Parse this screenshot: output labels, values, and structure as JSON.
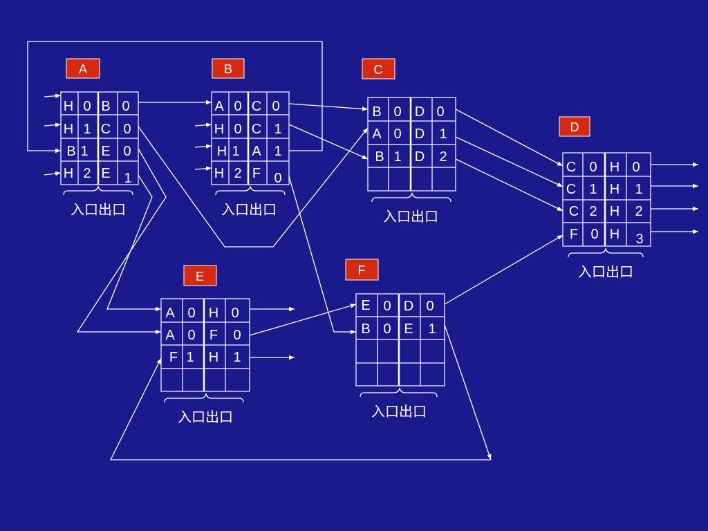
{
  "colors": {
    "background": "#1a1a8c",
    "badge_fill": "#d42a12",
    "line": "#ffffff",
    "text": "#ffffff"
  },
  "footer_label": "入口出口",
  "nodes": [
    {
      "id": "A",
      "rows": [
        [
          "H",
          "0",
          "B",
          "0"
        ],
        [
          "H",
          "1",
          "C",
          "0"
        ],
        [
          "B",
          "1",
          "E",
          "0"
        ],
        [
          "H",
          "2",
          "E",
          "1"
        ]
      ]
    },
    {
      "id": "B",
      "rows": [
        [
          "A",
          "0",
          "C",
          "0"
        ],
        [
          "H",
          "0",
          "C",
          "1"
        ],
        [
          "H",
          "1",
          "A",
          "1"
        ],
        [
          "H",
          "2",
          "F",
          "0"
        ]
      ]
    },
    {
      "id": "C",
      "rows": [
        [
          "B",
          "0",
          "D",
          "0"
        ],
        [
          "A",
          "0",
          "D",
          "1"
        ],
        [
          "B",
          "1",
          "D",
          "2"
        ],
        [
          "",
          "",
          "",
          ""
        ]
      ]
    },
    {
      "id": "D",
      "rows": [
        [
          "C",
          "0",
          "H",
          "0"
        ],
        [
          "C",
          "1",
          "H",
          "1"
        ],
        [
          "C",
          "2",
          "H",
          "2"
        ],
        [
          "F",
          "0",
          "H",
          "3"
        ]
      ]
    },
    {
      "id": "E",
      "rows": [
        [
          "A",
          "0",
          "H",
          "0"
        ],
        [
          "A",
          "0",
          "F",
          "0"
        ],
        [
          "F",
          "1",
          "H",
          "1"
        ],
        [
          "",
          "",
          "",
          ""
        ]
      ]
    },
    {
      "id": "F",
      "rows": [
        [
          "E",
          "0",
          "D",
          "0"
        ],
        [
          "B",
          "0",
          "E",
          "1"
        ],
        [
          "",
          "",
          "",
          ""
        ],
        [
          "",
          "",
          "",
          ""
        ]
      ]
    }
  ]
}
